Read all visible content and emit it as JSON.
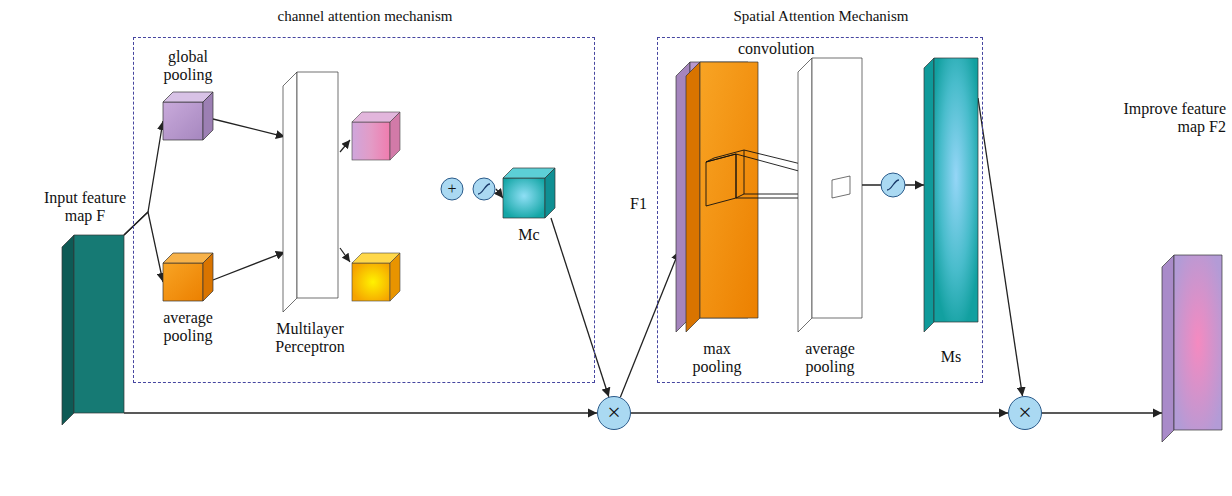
{
  "diagram": {
    "nodes": [
      {
        "text": [
          "channel attention mechanism"
        ]
      },
      {
        "text": [
          "global pooling"
        ],
        "in": 0
      },
      {
        "text": [
          "average pooling"
        ],
        "in": 0
      },
      {
        "text": [
          "Multilayer Perceptron"
        ],
        "in": 0
      },
      {
        "text": [
          "+"
        ],
        "in": 0
      },
      {
        "text": [
          "Mc"
        ],
        "in": 0
      },
      {
        "text": [
          "Spatial Attention Mechanism"
        ]
      },
      {
        "text": [
          "max pooling"
        ],
        "in": 6
      },
      {
        "text": [
          "average pooling"
        ],
        "in": 6
      },
      {
        "text": [
          "Ms"
        ],
        "in": 6
      },
      {
        "text": [
          "Input feature map F"
        ]
      },
      {
        "text": [
          "×"
        ]
      },
      {
        "text": [
          "×"
        ]
      },
      {
        "text": [
          "Improve feature map F2"
        ]
      }
    ],
    "edges": [
      {
        "from": 10,
        "to": 1,
        "arrow": "to"
      },
      {
        "from": 10,
        "to": 2,
        "arrow": "to"
      },
      {
        "from": 1,
        "to": 3,
        "arrow": "to"
      },
      {
        "from": 2,
        "to": 3,
        "arrow": "to"
      },
      {
        "from": 4,
        "to": 5,
        "arrow": "to"
      },
      {
        "from": 5,
        "to": 11,
        "arrow": "to"
      },
      {
        "from": 10,
        "to": 11,
        "arrow": "to"
      },
      {
        "from": 11,
        "to": 7,
        "label": "F1",
        "arrow": "to"
      },
      {
        "from": 11,
        "to": 12,
        "arrow": "to"
      },
      {
        "from": 8,
        "to": 9,
        "arrow": "to"
      },
      {
        "from": 9,
        "to": 12,
        "arrow": "to"
      },
      {
        "from": 12,
        "to": 13,
        "arrow": "to"
      }
    ],
    "labels": [
      "convolution"
    ]
  }
}
